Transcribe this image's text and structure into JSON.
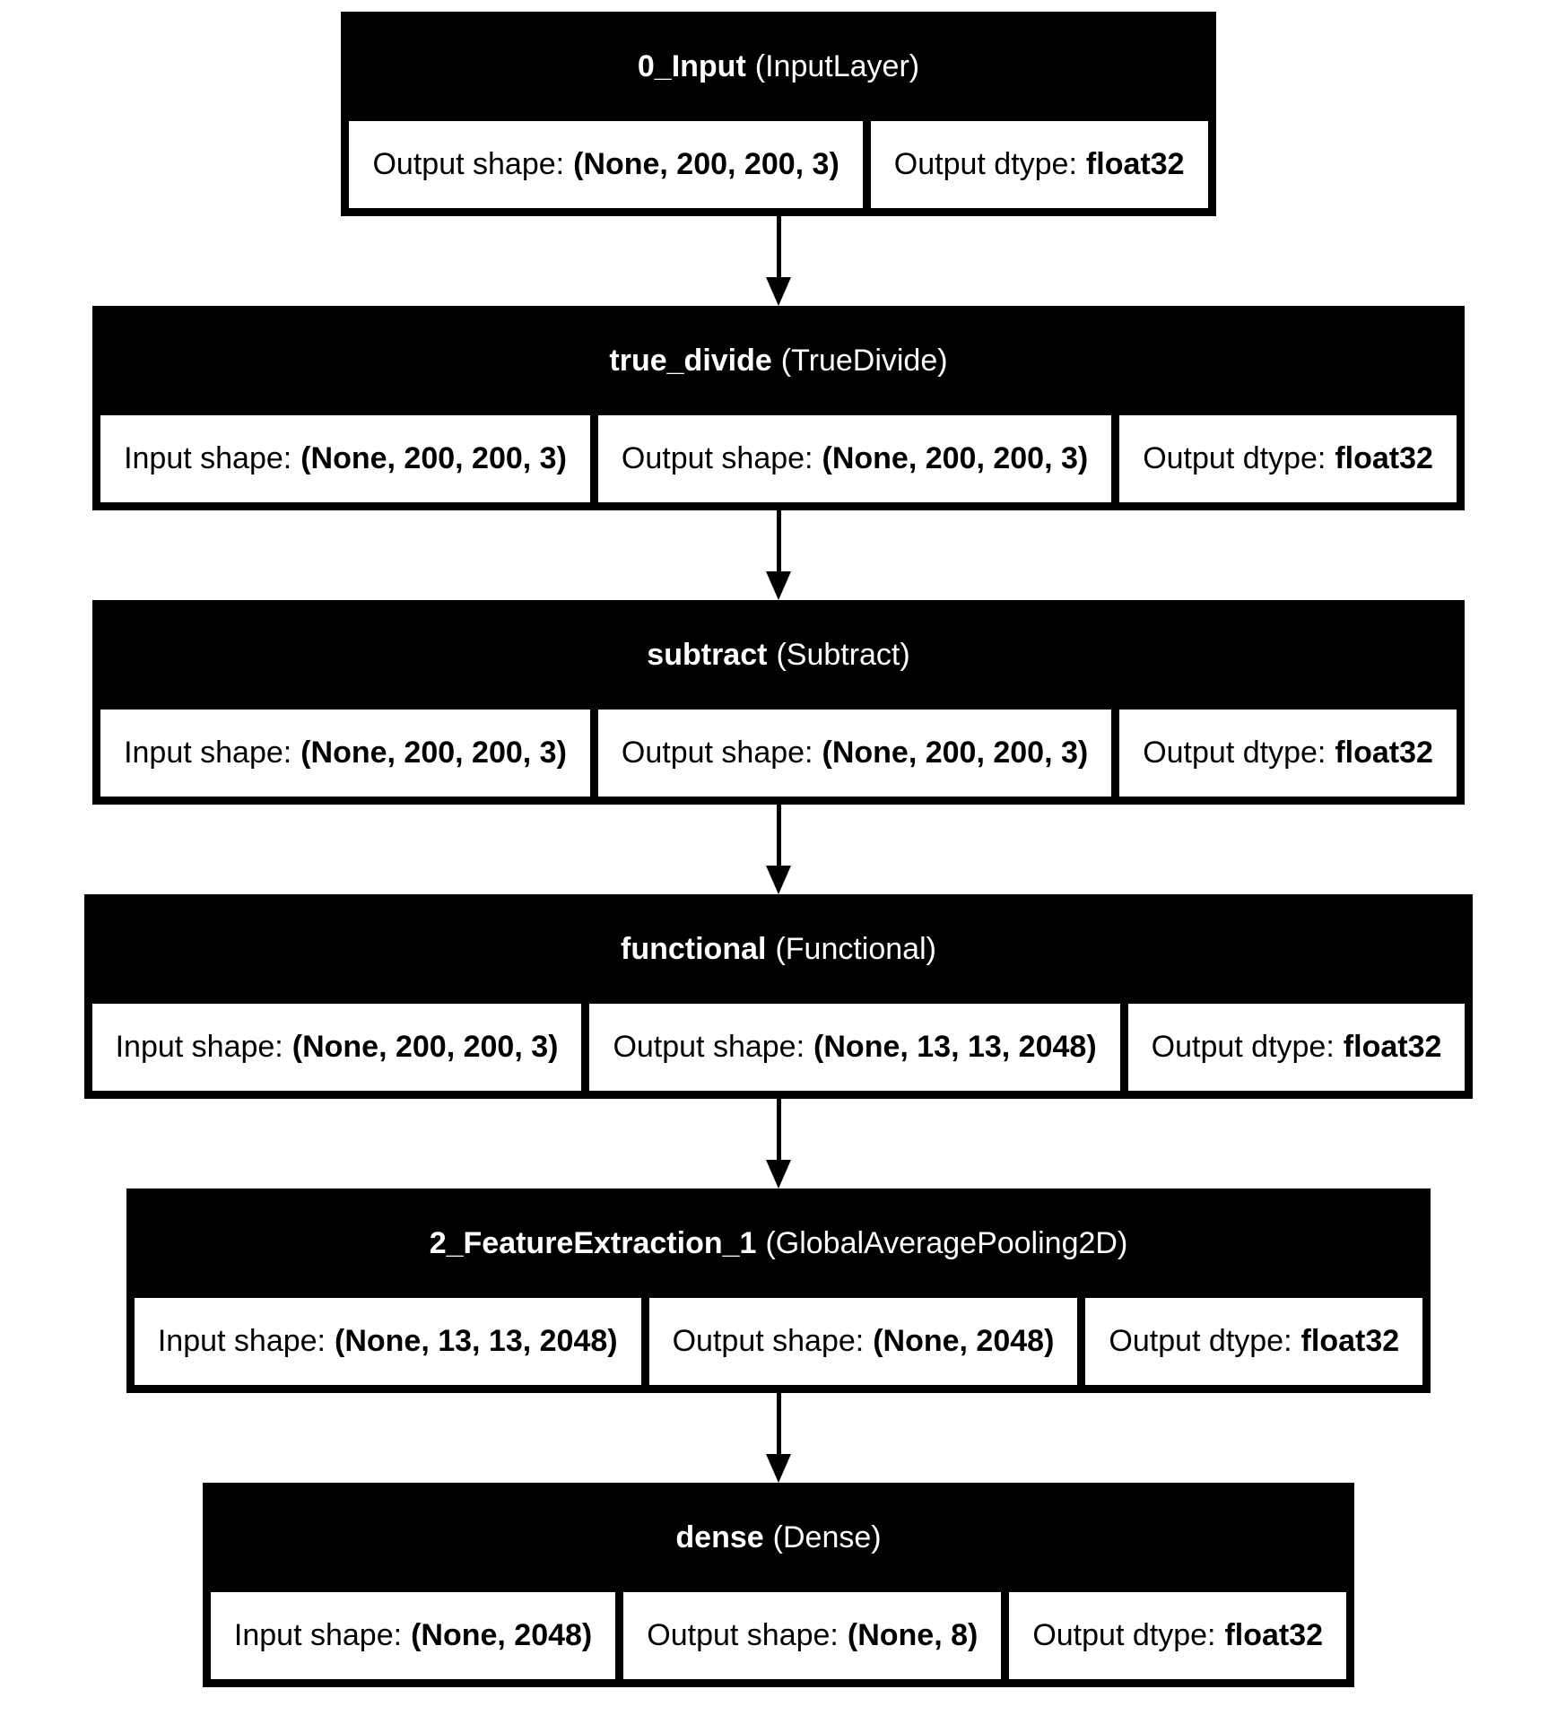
{
  "diagram": {
    "description": "Keras model architecture diagram",
    "colors": {
      "background": "#ffffff",
      "node_fill": "#000000",
      "node_text": "#ffffff",
      "cell_fill": "#ffffff",
      "cell_text": "#000000",
      "edge": "#000000"
    },
    "nodes": [
      {
        "name": "0_Input",
        "type": "(InputLayer)",
        "cells": [
          {
            "label": "Output shape:",
            "value": "(None, 200, 200, 3)"
          },
          {
            "label": "Output dtype:",
            "value": "float32"
          }
        ]
      },
      {
        "name": "true_divide",
        "type": "(TrueDivide)",
        "cells": [
          {
            "label": "Input shape:",
            "value": "(None, 200, 200, 3)"
          },
          {
            "label": "Output shape:",
            "value": "(None, 200, 200, 3)"
          },
          {
            "label": "Output dtype:",
            "value": "float32"
          }
        ]
      },
      {
        "name": "subtract",
        "type": "(Subtract)",
        "cells": [
          {
            "label": "Input shape:",
            "value": "(None, 200, 200, 3)"
          },
          {
            "label": "Output shape:",
            "value": "(None, 200, 200, 3)"
          },
          {
            "label": "Output dtype:",
            "value": "float32"
          }
        ]
      },
      {
        "name": "functional",
        "type": "(Functional)",
        "cells": [
          {
            "label": "Input shape:",
            "value": "(None, 200, 200, 3)"
          },
          {
            "label": "Output shape:",
            "value": "(None, 13, 13, 2048)"
          },
          {
            "label": "Output dtype:",
            "value": "float32"
          }
        ]
      },
      {
        "name": "2_FeatureExtraction_1",
        "type": "(GlobalAveragePooling2D)",
        "cells": [
          {
            "label": "Input shape:",
            "value": "(None, 13, 13, 2048)"
          },
          {
            "label": "Output shape:",
            "value": "(None, 2048)"
          },
          {
            "label": "Output dtype:",
            "value": "float32"
          }
        ]
      },
      {
        "name": "dense",
        "type": "(Dense)",
        "cells": [
          {
            "label": "Input shape:",
            "value": "(None, 2048)"
          },
          {
            "label": "Output shape:",
            "value": "(None, 8)"
          },
          {
            "label": "Output dtype:",
            "value": "float32"
          }
        ]
      }
    ]
  }
}
